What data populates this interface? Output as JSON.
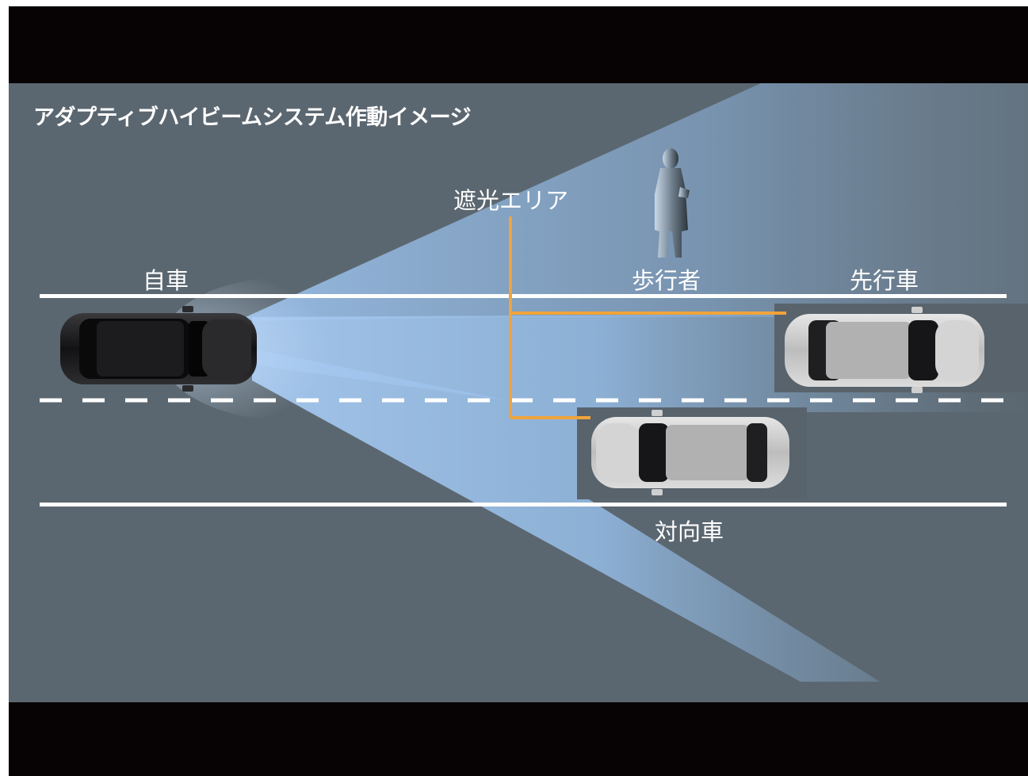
{
  "title": "アダプティブハイビームシステム作動イメージ",
  "labels": {
    "shade_area": "遮光エリア",
    "own_vehicle": "自車",
    "pedestrian": "歩行者",
    "preceding_vehicle": "先行車",
    "oncoming_vehicle": "対向車"
  },
  "colors": {
    "background": "#5b6770",
    "letterbox": "#070203",
    "beam": "#9fc4ee",
    "road_line": "#ffffff",
    "shade_indicator": "#f0a43a",
    "shade_box": "#58636c",
    "own_car": "#1b1b1d",
    "other_car": "#c9c9c9"
  }
}
